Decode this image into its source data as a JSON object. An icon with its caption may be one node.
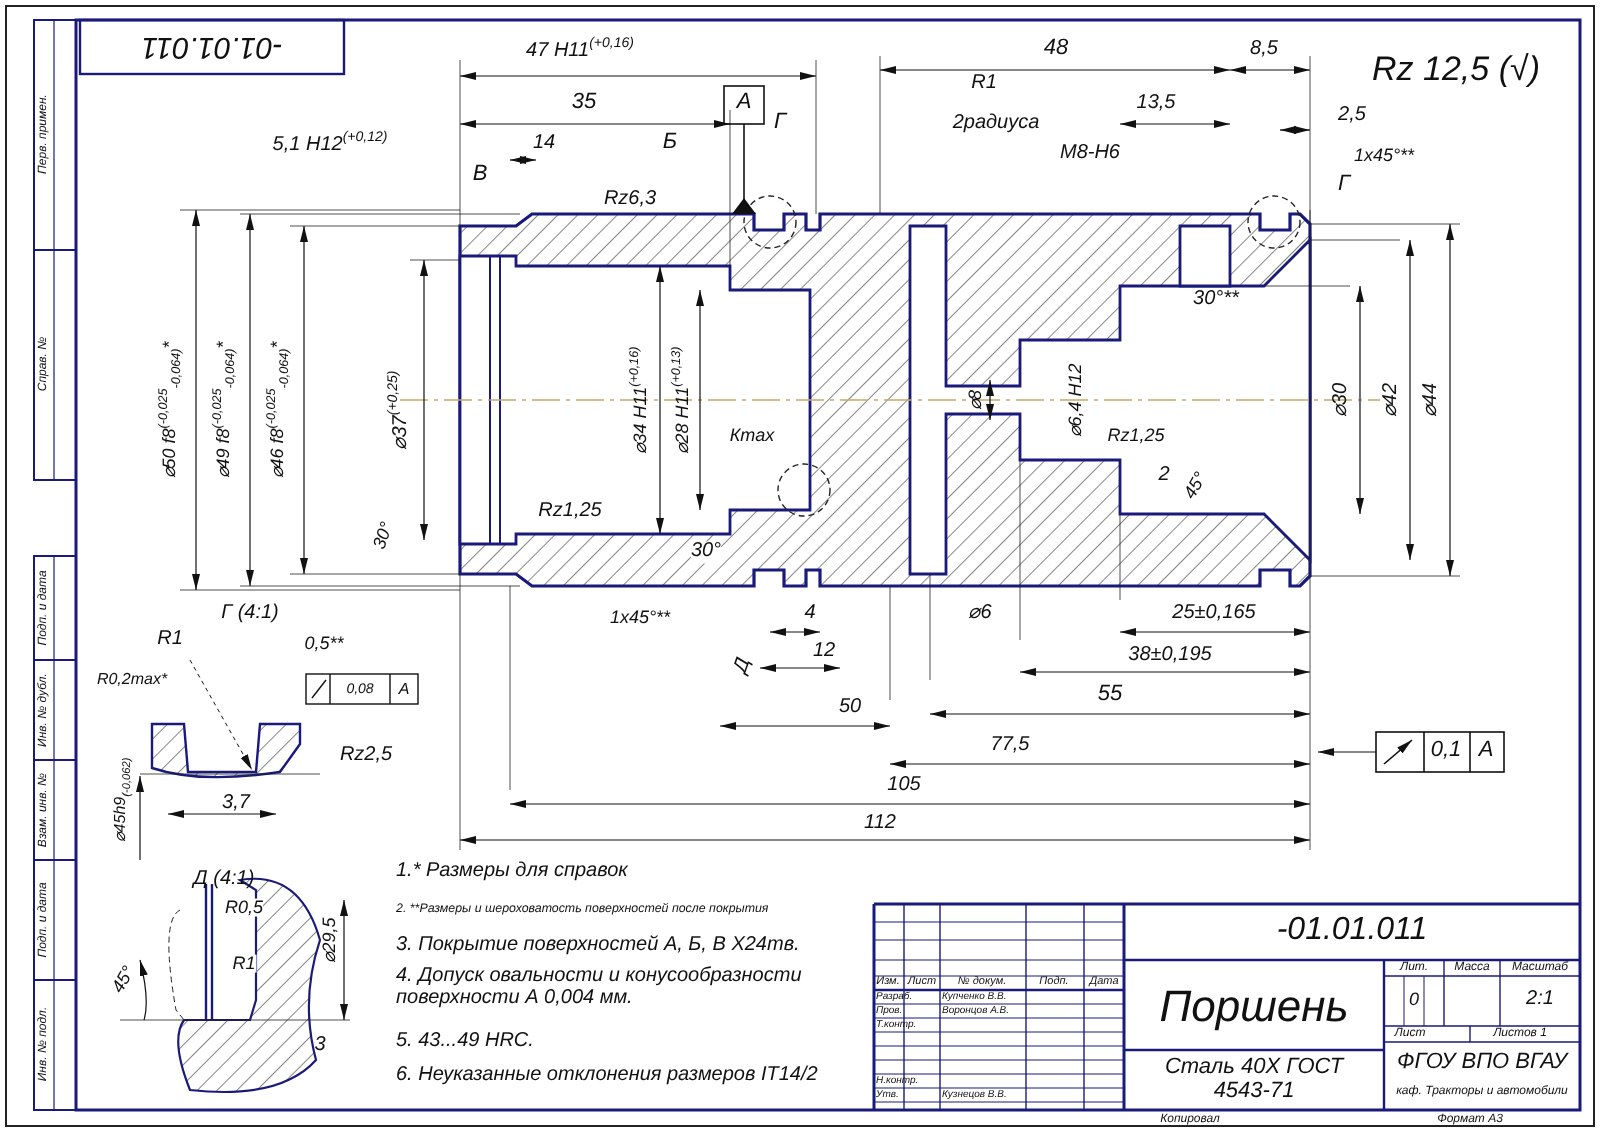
{
  "diagram": {
    "labels": [
      "-01.01.011",
      "47 H11$^{(+0,16)}$",
      "48",
      "8,5",
      "Rz 12,5 (√)",
      "35",
      "A",
      "Г",
      "R1",
      "2радиуса",
      "13,5",
      "2,5",
      "5,1 H12$^{(+0,12)}$",
      "14",
      "Б",
      "M8-H6",
      "1х45°**",
      "В",
      "Г",
      "Rz6,3",
      "30°**",
      "⌀50 f8$^{(-0,025}$$_{-0,064)}$*",
      "⌀49 f8$^{(-0,025}$$_{-0,064)}$*",
      "⌀46 f8$^{(-0,025}$$_{-0,064)}$*",
      "⌀37$^{(+0,25)}$",
      "⌀34 H11$^{(+0,16)}$",
      "⌀28 H11$^{(+0,13)}$",
      "Кmax",
      "⌀8",
      "⌀6,4 H12",
      "Rz1,25",
      "⌀30",
      "⌀42",
      "⌀44",
      "2",
      "45°",
      "Rz1,25",
      "30°",
      "30°",
      "1х45°**",
      "Д",
      "4",
      "12",
      "⌀6",
      "25±0,165",
      "38±0,195",
      "55",
      "50",
      "77,5",
      "105",
      "112",
      "0,1",
      "A",
      "Г (4:1)",
      "R1",
      "0,5**",
      "R0,2max*",
      "0,08",
      "A",
      "Rz2,5",
      "⌀45h9$_{(-0,062)}$",
      "3,7",
      "Д (4:1)",
      "R0,5",
      "R1",
      "45°",
      "⌀29,5",
      "3",
      "1.* Размеры для справок",
      "2. **Размеры и шероховатость поверхностей после покрытия",
      "3. Покрытие поверхностей А, Б, В   Х24тв.",
      "4. Допуск овальности и конусообразности поверхности А 0,004 мм.",
      "5. 43...49 HRC.",
      "6. Неуказанные отклонения размеров IT14/2",
      "Перв. примен.",
      "Справ. №",
      "Подп. и дата",
      "Инв. № дубл.",
      "Взам. инв. №",
      "Подп. и дата",
      "Инв. № подл.",
      "-01.01.011",
      "Изм.",
      "Лист",
      "№ докум.",
      "Подп.",
      "Дата",
      "Разраб.",
      "Купченко В.В.",
      "Пров.",
      "Воронцов А.В.",
      "Т.контр.",
      "Н.контр.",
      "Утв.",
      "Кузнецов В.В.",
      "Поршень",
      "Сталь 40Х ГОСТ 4543-71",
      "Лит.",
      "Масса",
      "Масштаб",
      "0",
      "2:1",
      "Лист",
      "Листов 1",
      "ФГОУ ВПО ВГАУ",
      "каф. Тракторы и автомобили",
      "Копировал",
      "Формат А3"
    ]
  }
}
